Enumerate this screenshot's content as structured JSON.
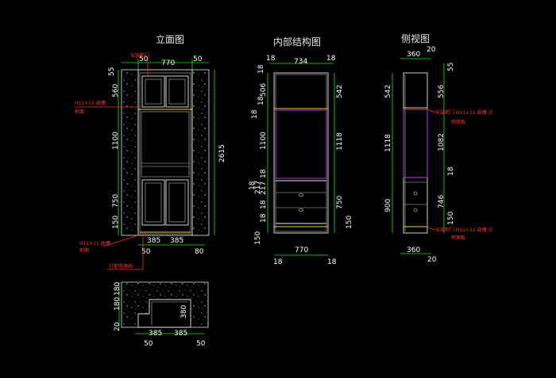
{
  "titles": {
    "front": "立面图",
    "inner": "内部结构图",
    "side": "侧视图"
  },
  "front_dims": {
    "top_a": "50",
    "top_b": "770",
    "top_c": "50",
    "left_55": "55",
    "left_560": "560",
    "left_1100": "1100",
    "left_750": "750",
    "left_150": "150",
    "right_total": "2615",
    "bottom_385a": "385",
    "bottom_385b": "385",
    "bottom_50": "50",
    "bottom_80": "80"
  },
  "front_notes": {
    "top_red": "安装柜门",
    "left_red1": "H11×11 嵌槽",
    "left_red2": "侧面",
    "bottom_red1": "H11×11 嵌槽",
    "bottom_red2": "侧面",
    "bottom_red3": "灯管电源线"
  },
  "inner_dims": {
    "top_18a": "18",
    "top_734": "734",
    "top_18b": "18",
    "left_18a": "18",
    "left_506": "506",
    "left_18b": "18",
    "left_18c": "18",
    "left_1100": "1100",
    "left_18d": "18",
    "left_18e": "18",
    "left_217a": "217",
    "left_217b": "217",
    "left_18f": "18",
    "left_18g": "18",
    "left_150": "150",
    "right_542": "542",
    "right_1118": "1118",
    "right_750": "750",
    "right_150": "150",
    "bottom_18a": "18",
    "bottom_770": "770",
    "bottom_18b": "18"
  },
  "side_dims": {
    "top_360": "360",
    "top_20": "20",
    "left_542": "542",
    "left_1118": "1118",
    "left_900": "900",
    "right_55": "55",
    "right_556": "556",
    "right_1082": "1082",
    "right_18a": "18",
    "right_746": "746",
    "right_150": "150",
    "bottom_360": "360",
    "bottom_20": "20"
  },
  "side_notes": {
    "red1": "安装柜门 H11×11 嵌槽 点",
    "red2": "侧面板",
    "red3": "安装柜门 H11×11 嵌槽 点",
    "red4": "侧面板"
  },
  "plan_dims": {
    "left_180a": "180",
    "left_180b": "180",
    "left_20": "20",
    "inner_380": "380",
    "bottom_385a": "385",
    "bottom_385b": "385",
    "bottom_50a": "50",
    "bottom_50b": "50"
  },
  "colors": {
    "background": "#000000",
    "dimension": "#14e614",
    "outline": "#e6e6e6",
    "shelf": "#e8d23a",
    "opening": "#b030c8",
    "note": "#ff2a2a"
  }
}
